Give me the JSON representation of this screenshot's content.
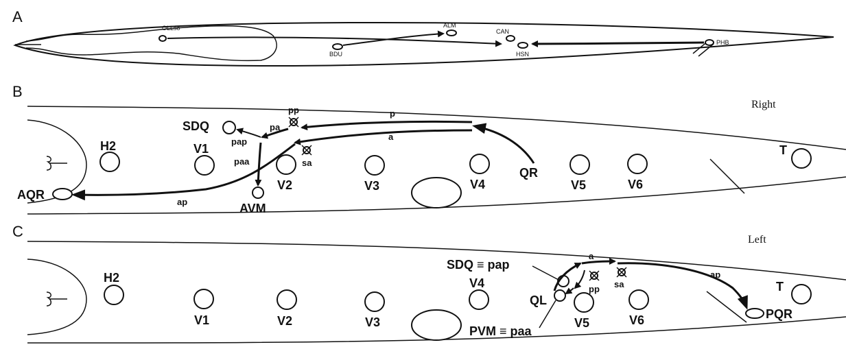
{
  "panels": {
    "a": {
      "letter": "A",
      "labels": {
        "oll": "OLLso",
        "alm": "ALM",
        "can": "CAN",
        "bdu": "BDU",
        "hsn": "HSN",
        "phb": "PHB"
      }
    },
    "b": {
      "letter": "B",
      "side": "Right",
      "cells": {
        "h2": "H2",
        "v1": "V1",
        "v2": "V2",
        "v3": "V3",
        "v4": "V4",
        "v5": "V5",
        "v6": "V6",
        "t": "T",
        "qr": "QR",
        "sdq": "SDQ",
        "avm": "AVM",
        "aqr": "AQR"
      },
      "lineage": {
        "p": "p",
        "a": "a",
        "pp": "pp",
        "pa": "pa",
        "pap": "pap",
        "paa": "paa",
        "sa": "sa",
        "ap": "ap"
      }
    },
    "c": {
      "letter": "C",
      "side": "Left",
      "cells": {
        "h2": "H2",
        "v1": "V1",
        "v2": "V2",
        "v3": "V3",
        "v4": "V4",
        "v5": "V5",
        "v6": "V6",
        "t": "T",
        "ql": "QL",
        "pqr": "PQR",
        "sdq": "SDQ ≡ pap",
        "pvm": "PVM ≡ paa"
      },
      "lineage": {
        "a": "a",
        "pp": "pp",
        "sa": "sa",
        "ap": "ap"
      }
    }
  }
}
